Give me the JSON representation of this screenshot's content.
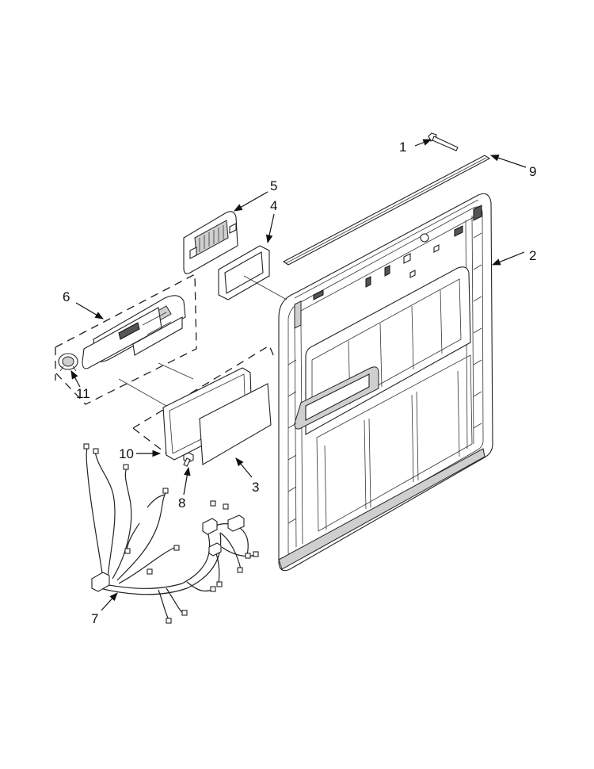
{
  "callouts": [
    {
      "id": "1",
      "label": "1",
      "part": "screw"
    },
    {
      "id": "2",
      "label": "2",
      "part": "inner-door-panel"
    },
    {
      "id": "3",
      "label": "3",
      "part": "control-board-cover"
    },
    {
      "id": "4",
      "label": "4",
      "part": "gasket"
    },
    {
      "id": "5",
      "label": "5",
      "part": "dispenser-vent"
    },
    {
      "id": "6",
      "label": "6",
      "part": "control-housing"
    },
    {
      "id": "7",
      "label": "7",
      "part": "wire-harness"
    },
    {
      "id": "8",
      "label": "8",
      "part": "screw"
    },
    {
      "id": "9",
      "label": "9",
      "part": "door-trim-strip"
    },
    {
      "id": "10",
      "label": "10",
      "part": "screw"
    },
    {
      "id": "11",
      "label": "11",
      "part": "knob"
    }
  ]
}
